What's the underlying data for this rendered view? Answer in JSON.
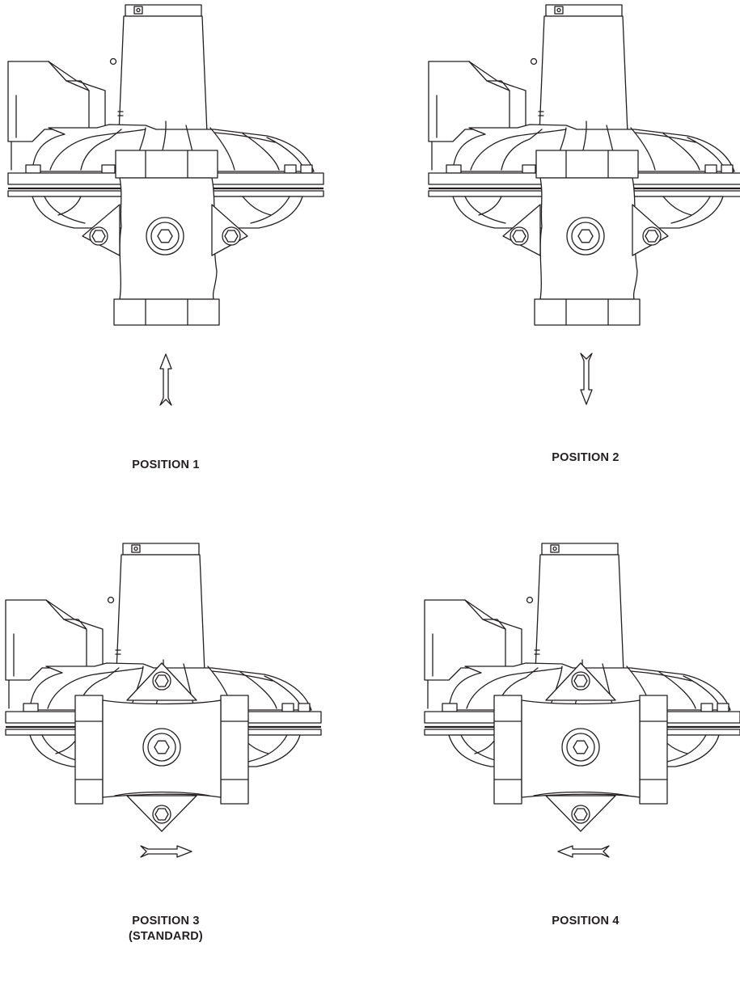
{
  "positions": [
    {
      "id": 1,
      "label": "POSITION 1",
      "sublabel": "",
      "flow_direction": "up"
    },
    {
      "id": 2,
      "label": "POSITION 2",
      "sublabel": "",
      "flow_direction": "down"
    },
    {
      "id": 3,
      "label": "POSITION 3",
      "sublabel": "(STANDARD)",
      "flow_direction": "right"
    },
    {
      "id": 4,
      "label": "POSITION 4",
      "sublabel": "",
      "flow_direction": "left"
    }
  ],
  "colors": {
    "line": "#231f20",
    "background": "#ffffff"
  },
  "icons": [
    "flow-arrow-up-icon",
    "flow-arrow-down-icon",
    "flow-arrow-right-icon",
    "flow-arrow-left-icon"
  ]
}
